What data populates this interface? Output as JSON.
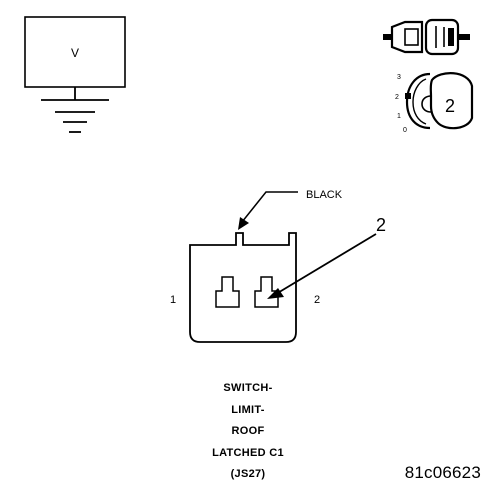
{
  "voltmeter": {
    "symbol": "V"
  },
  "key_position_icon": {
    "positions": [
      "3",
      "2",
      "1",
      "0"
    ],
    "step_number": "2"
  },
  "connector": {
    "wire_color_label": "BLACK",
    "pin_labels": [
      "1",
      "2"
    ],
    "probe_callout": "2"
  },
  "component_title": {
    "lines": [
      "SWITCH-",
      "LIMIT-",
      "ROOF",
      "LATCHED C1",
      "(JS27)"
    ]
  },
  "figure_ref": "81c06623",
  "colors": {
    "ink": "#000000",
    "background": "#ffffff"
  }
}
